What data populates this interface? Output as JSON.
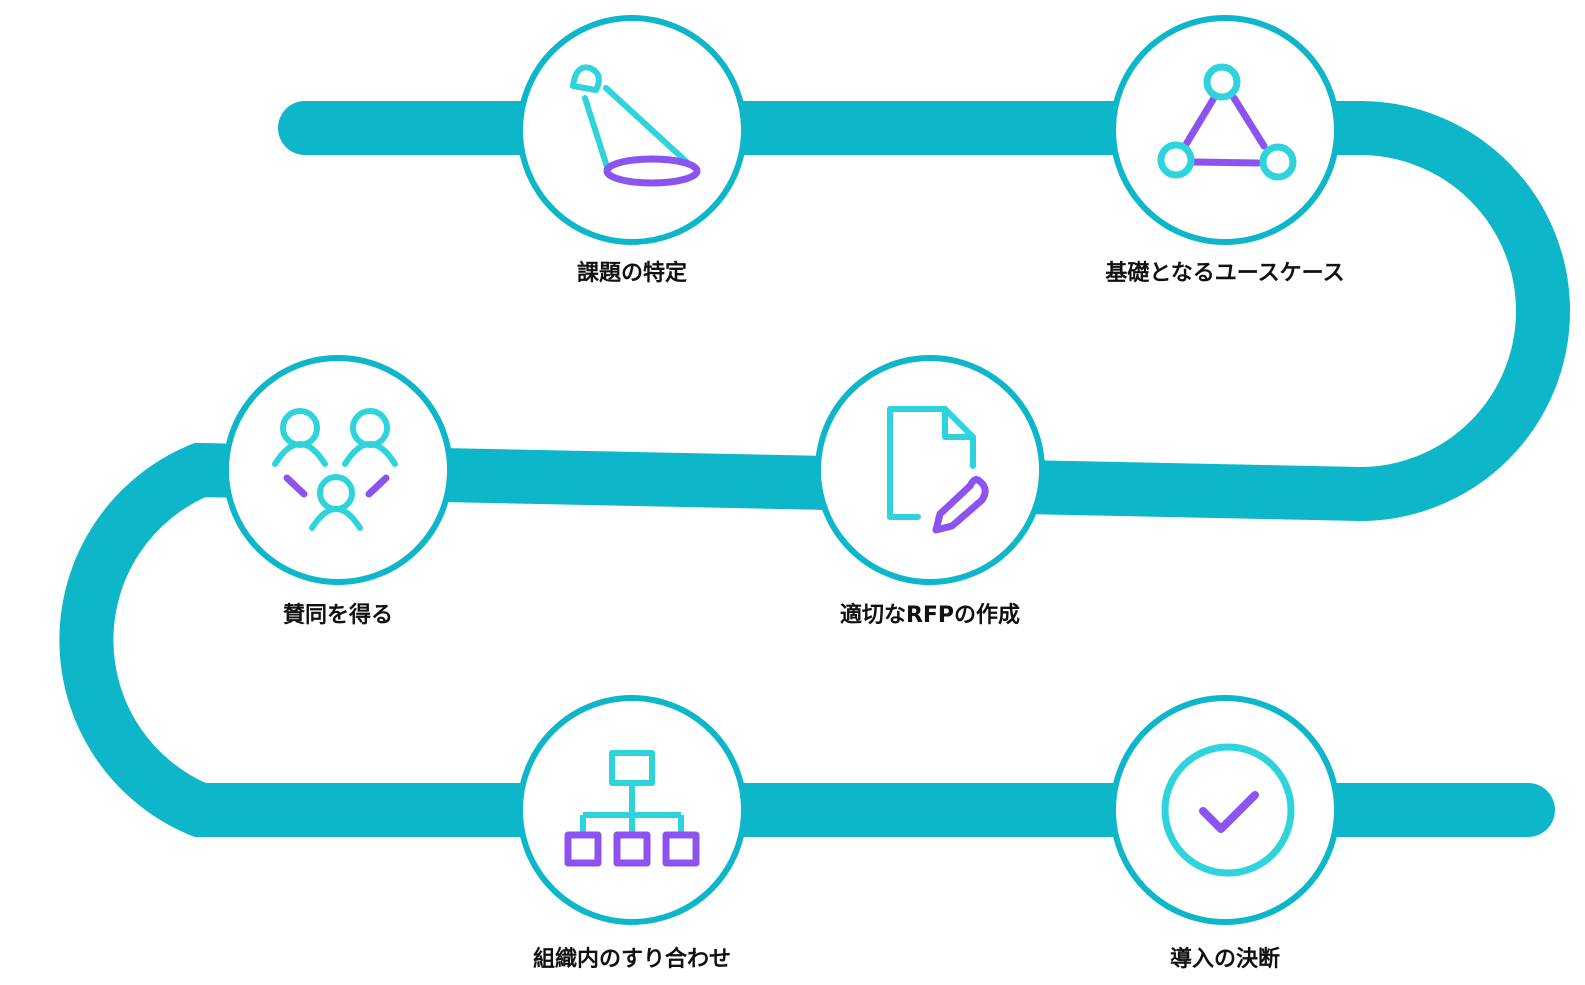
{
  "colors": {
    "path": "#0db6c9",
    "circle_ring": "#0db6c9",
    "icon_primary": "#2fd3dc",
    "icon_accent": "#8b54f0",
    "label_text": "#111111"
  },
  "steps": [
    {
      "label": "課題の特定",
      "icon": "spotlight-icon"
    },
    {
      "label": "基礎となるユースケース",
      "icon": "network-triangle-icon"
    },
    {
      "label": "適切なRFPの作成",
      "icon": "document-edit-icon"
    },
    {
      "label": "賛同を得る",
      "icon": "people-group-icon"
    },
    {
      "label": "組織内のすり合わせ",
      "icon": "org-chart-icon"
    },
    {
      "label": "導入の決断",
      "icon": "checkmark-circle-icon"
    }
  ]
}
